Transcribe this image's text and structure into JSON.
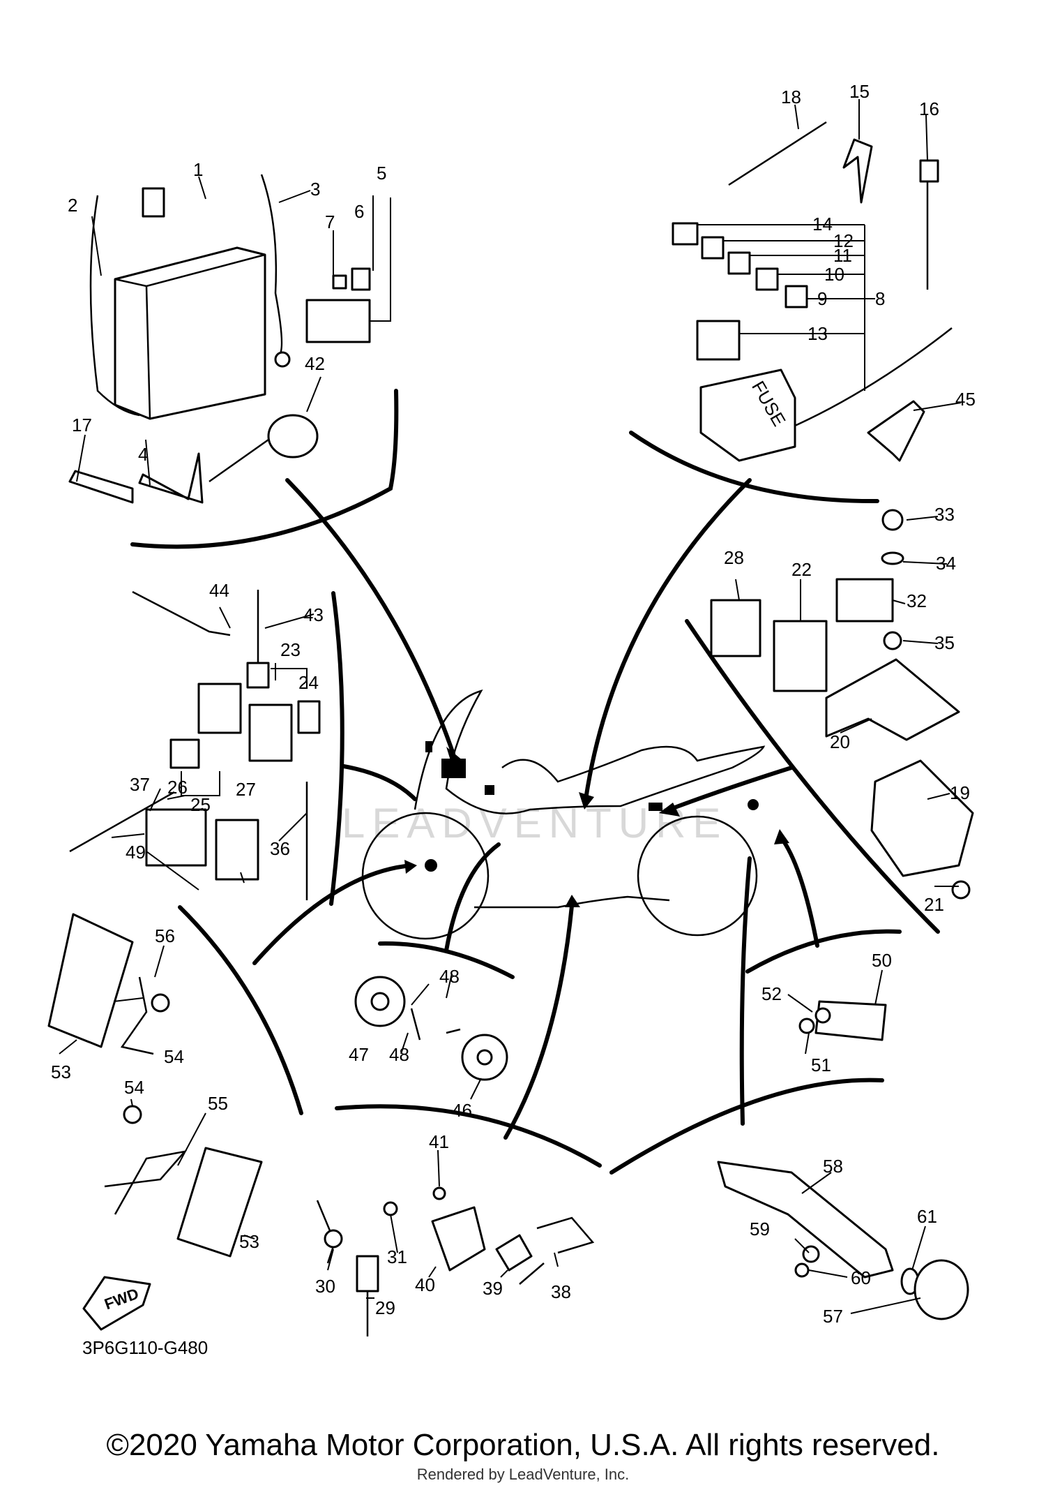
{
  "diagram": {
    "code": "3P6G110-G480",
    "fwd_label": "FWD",
    "fuse_label": "FUSE",
    "watermark": "LEADVENTURE",
    "part_numbers": [
      "1",
      "2",
      "3",
      "4",
      "5",
      "6",
      "7",
      "8",
      "9",
      "10",
      "11",
      "12",
      "13",
      "14",
      "15",
      "16",
      "17",
      "18",
      "19",
      "20",
      "21",
      "22",
      "23",
      "24",
      "25",
      "26",
      "27",
      "28",
      "29",
      "30",
      "31",
      "32",
      "33",
      "34",
      "35",
      "36",
      "37",
      "38",
      "39",
      "40",
      "41",
      "42",
      "43",
      "44",
      "45",
      "46",
      "47",
      "48",
      "48",
      "49",
      "50",
      "51",
      "52",
      "53",
      "53",
      "54",
      "54",
      "55",
      "56",
      "57",
      "58",
      "59",
      "60",
      "61"
    ]
  },
  "footer": {
    "copyright": "©2020 Yamaha Motor Corporation, U.S.A. All rights reserved.",
    "rendered_by": "Rendered by LeadVenture, Inc."
  }
}
